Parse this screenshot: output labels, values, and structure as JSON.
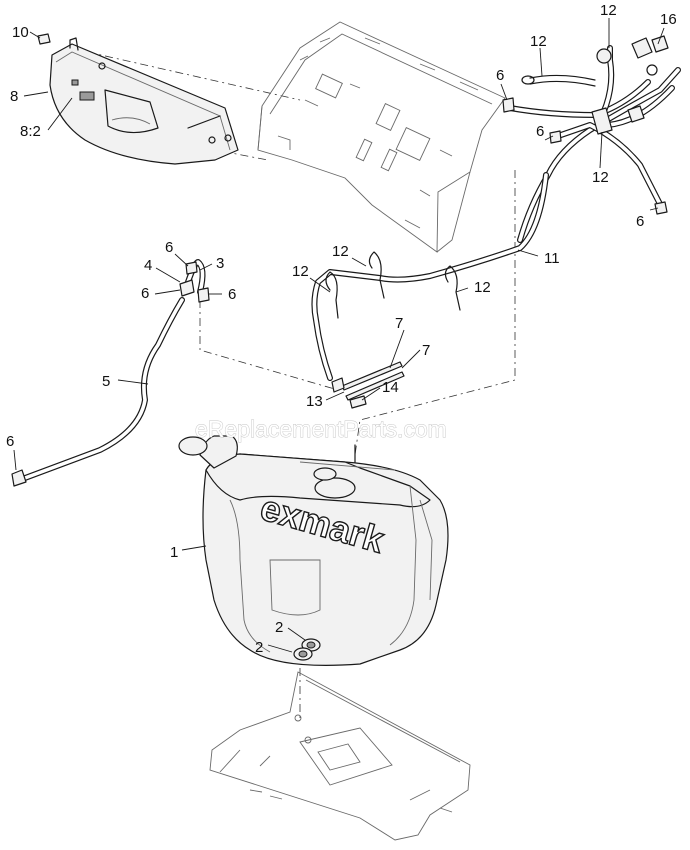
{
  "watermark": "eReplacementParts.com",
  "brand_logo": "exmark",
  "callouts": {
    "c10": "10",
    "c8": "8",
    "c8_2": "8:2",
    "c12_top": "12",
    "c16": "16",
    "c12_strap": "12",
    "c6_hose_a": "6",
    "c6_hose_b": "6",
    "c12_valve": "12",
    "c6_right": "6",
    "c11": "11",
    "c12_u1": "12",
    "c12_u2": "12",
    "c12_u3": "12",
    "c6_fit_top": "6",
    "c4": "4",
    "c3": "3",
    "c6_fit_l": "6",
    "c6_fit_r": "6",
    "c7_a": "7",
    "c7_b": "7",
    "c5": "5",
    "c13": "13",
    "c14": "14",
    "c6_low": "6",
    "c1": "1",
    "c2_a": "2",
    "c2_b": "2"
  }
}
